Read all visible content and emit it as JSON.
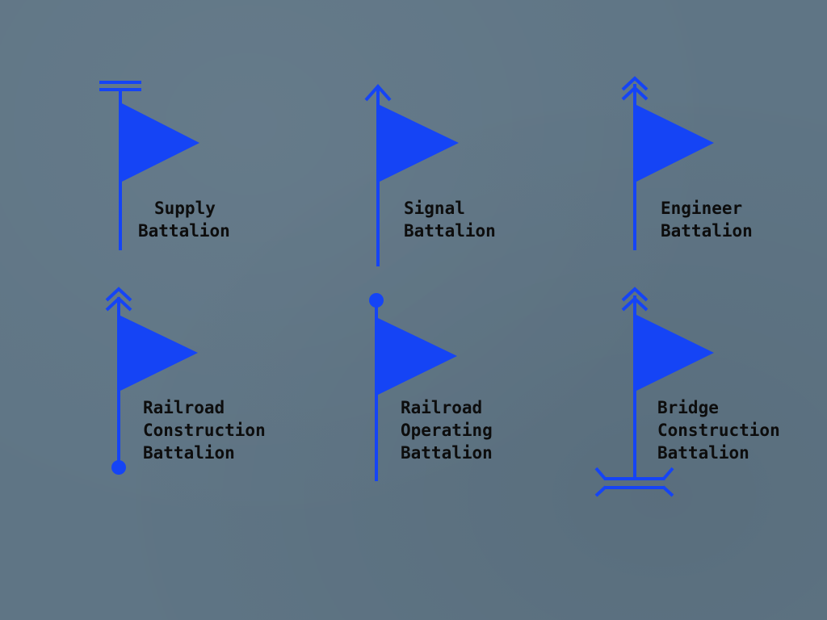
{
  "colors": {
    "background": "#5f7585",
    "symbol": "#1544f5",
    "text": "#0d0d0d"
  },
  "symbols": [
    {
      "name": "supply-battalion",
      "icon": "flag-double-bar-icon",
      "label_lines": [
        "Supply",
        "Battalion"
      ]
    },
    {
      "name": "signal-battalion",
      "icon": "flag-single-chevron-icon",
      "label_lines": [
        "Signal",
        "Battalion"
      ]
    },
    {
      "name": "engineer-battalion",
      "icon": "flag-double-chevron-icon",
      "label_lines": [
        "Engineer",
        "Battalion"
      ]
    },
    {
      "name": "railroad-construction-battalion",
      "icon": "flag-double-chevron-dot-bottom-icon",
      "label_lines": [
        "Railroad",
        "Construction",
        "Battalion"
      ]
    },
    {
      "name": "railroad-operating-battalion",
      "icon": "flag-dot-top-icon",
      "label_lines": [
        "Railroad",
        "Operating",
        "Battalion"
      ]
    },
    {
      "name": "bridge-construction-battalion",
      "icon": "flag-double-chevron-bridge-icon",
      "label_lines": [
        "Bridge",
        "Construction",
        "Battalion"
      ]
    }
  ]
}
